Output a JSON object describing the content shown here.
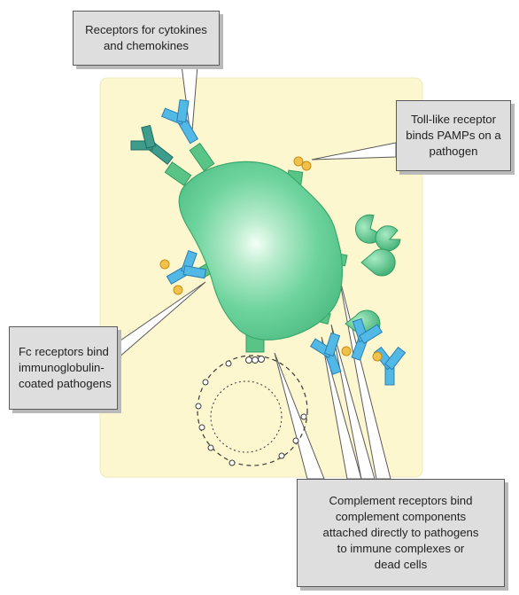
{
  "callouts": {
    "cytokine": "Receptors for cytokines\nand chemokines",
    "toll": "Toll-like receptor\nbinds PAMPs on a\npathogen",
    "fc": "Fc receptors bind\nimmunoglobulin-\ncoated pathogens",
    "complement": "Complement receptors bind\ncomplement components\nattached directly to pathogens\nto immune complexes or\ndead cells"
  },
  "colors": {
    "panel": "#fdf7cf",
    "cell": "#5ccf92",
    "cell_dark": "#2f9e62",
    "cell_light": "#e9fff0",
    "receptor_stalk": "#59c485",
    "antibody": "#52b8e6",
    "teal_receptor": "#3e9c8c",
    "pamp": "#f1c24b",
    "callout_bg": "#dedede"
  }
}
